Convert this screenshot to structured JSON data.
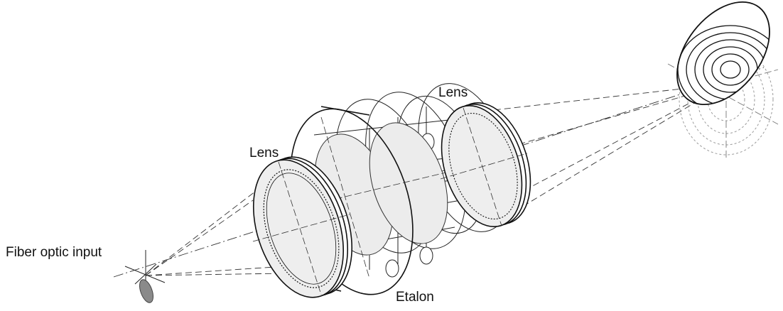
{
  "labels": {
    "fiber_optic_input": "Fiber optic input",
    "lens_left": "Lens",
    "lens_right": "Lens",
    "etalon": "Etalon"
  },
  "colors": {
    "stroke": "#1a1a1a",
    "fill_light": "#ececec",
    "fiber_fill": "#8a8a8a",
    "dotted_ring": "#9a9a9a"
  }
}
